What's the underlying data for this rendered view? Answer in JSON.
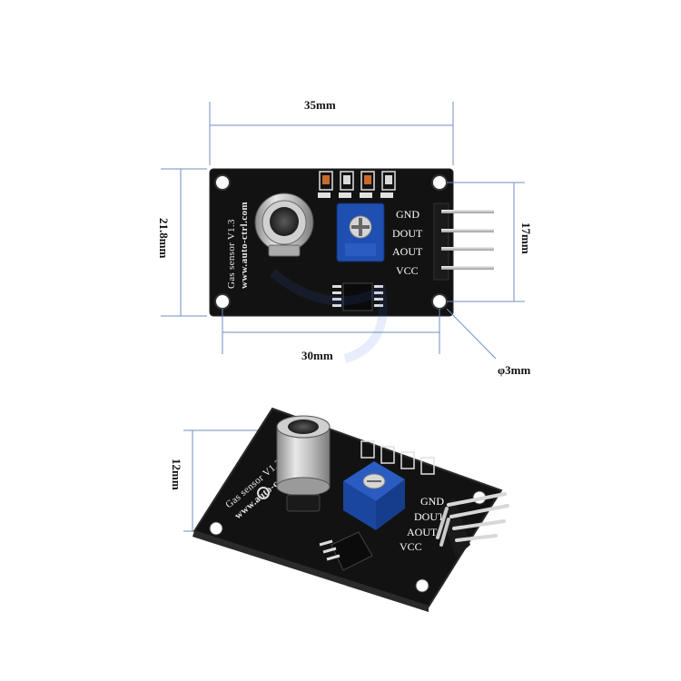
{
  "dimensions": {
    "width_label": "35mm",
    "height_label": "21.8mm",
    "pin_span_label": "17mm",
    "hole_spacing_label": "30mm",
    "hole_diameter_label": "φ3mm",
    "sensor_height_label": "12mm"
  },
  "board_top": {
    "silkscreen_line1": "Gas sensor V1.3",
    "silkscreen_line2": "www.auto-ctrl.com",
    "pins": [
      "GND",
      "DOUT",
      "AOUT",
      "VCC"
    ]
  },
  "board_angle": {
    "silkscreen_line1": "Gas sensor V1.3",
    "silkscreen_line2": "www.auto-ctrl.c",
    "pins": [
      "GND",
      "DOUT",
      "AOUT",
      "VCC"
    ]
  },
  "colors": {
    "pcb": "#121212",
    "potentiometer": "#1f4fb0",
    "dimension_line": "#6f8fbf",
    "sensor_metal": "#b9b9b9"
  }
}
